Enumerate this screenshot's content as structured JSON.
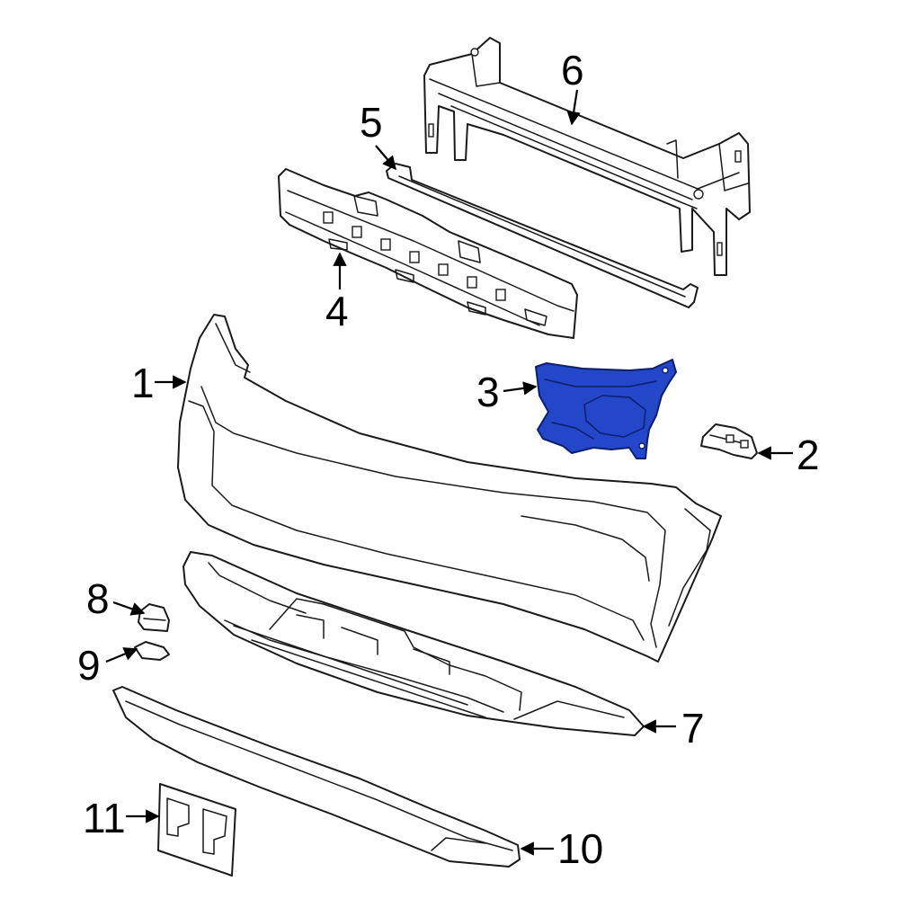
{
  "diagram": {
    "highlight_color": "#2446c8",
    "highlighted_part": "3",
    "callouts": [
      {
        "id": "callout-1",
        "number": "1"
      },
      {
        "id": "callout-2",
        "number": "2"
      },
      {
        "id": "callout-3",
        "number": "3"
      },
      {
        "id": "callout-4",
        "number": "4"
      },
      {
        "id": "callout-5",
        "number": "5"
      },
      {
        "id": "callout-6",
        "number": "6"
      },
      {
        "id": "callout-7",
        "number": "7"
      },
      {
        "id": "callout-8",
        "number": "8"
      },
      {
        "id": "callout-9",
        "number": "9"
      },
      {
        "id": "callout-10",
        "number": "10"
      },
      {
        "id": "callout-11",
        "number": "11"
      }
    ]
  }
}
